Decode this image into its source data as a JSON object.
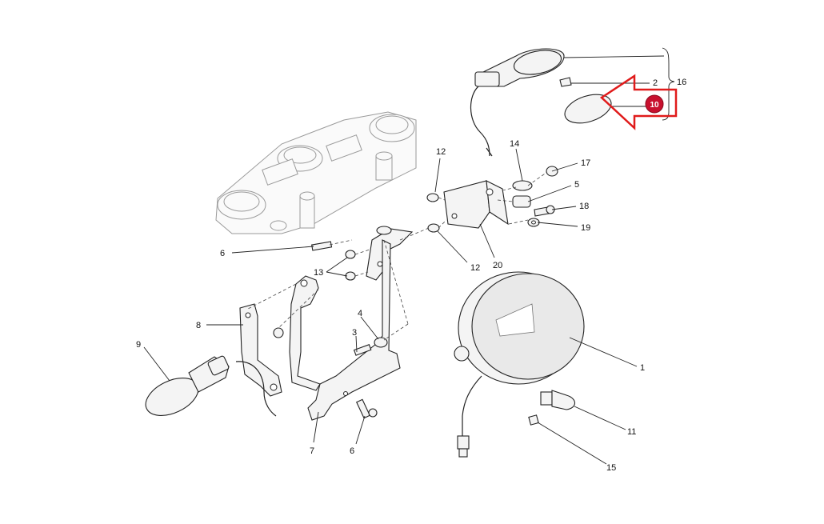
{
  "callouts": {
    "l1": "1",
    "l2": "2",
    "l3": "3",
    "l4": "4",
    "l5": "5",
    "l6a": "6",
    "l6b": "6",
    "l7": "7",
    "l8": "8",
    "l9": "9",
    "l10": "10",
    "l11": "11",
    "l12a": "12",
    "l12b": "12",
    "l13": "13",
    "l14": "14",
    "l15": "15",
    "l16": "16",
    "l17": "17",
    "l18": "18",
    "l19": "19",
    "l20": "20"
  },
  "colors": {
    "highlight": "#e01b1b",
    "badge": "#c8102e",
    "line": "#222222",
    "ghost": "#9a9a9a"
  },
  "highlighted_part": "10"
}
